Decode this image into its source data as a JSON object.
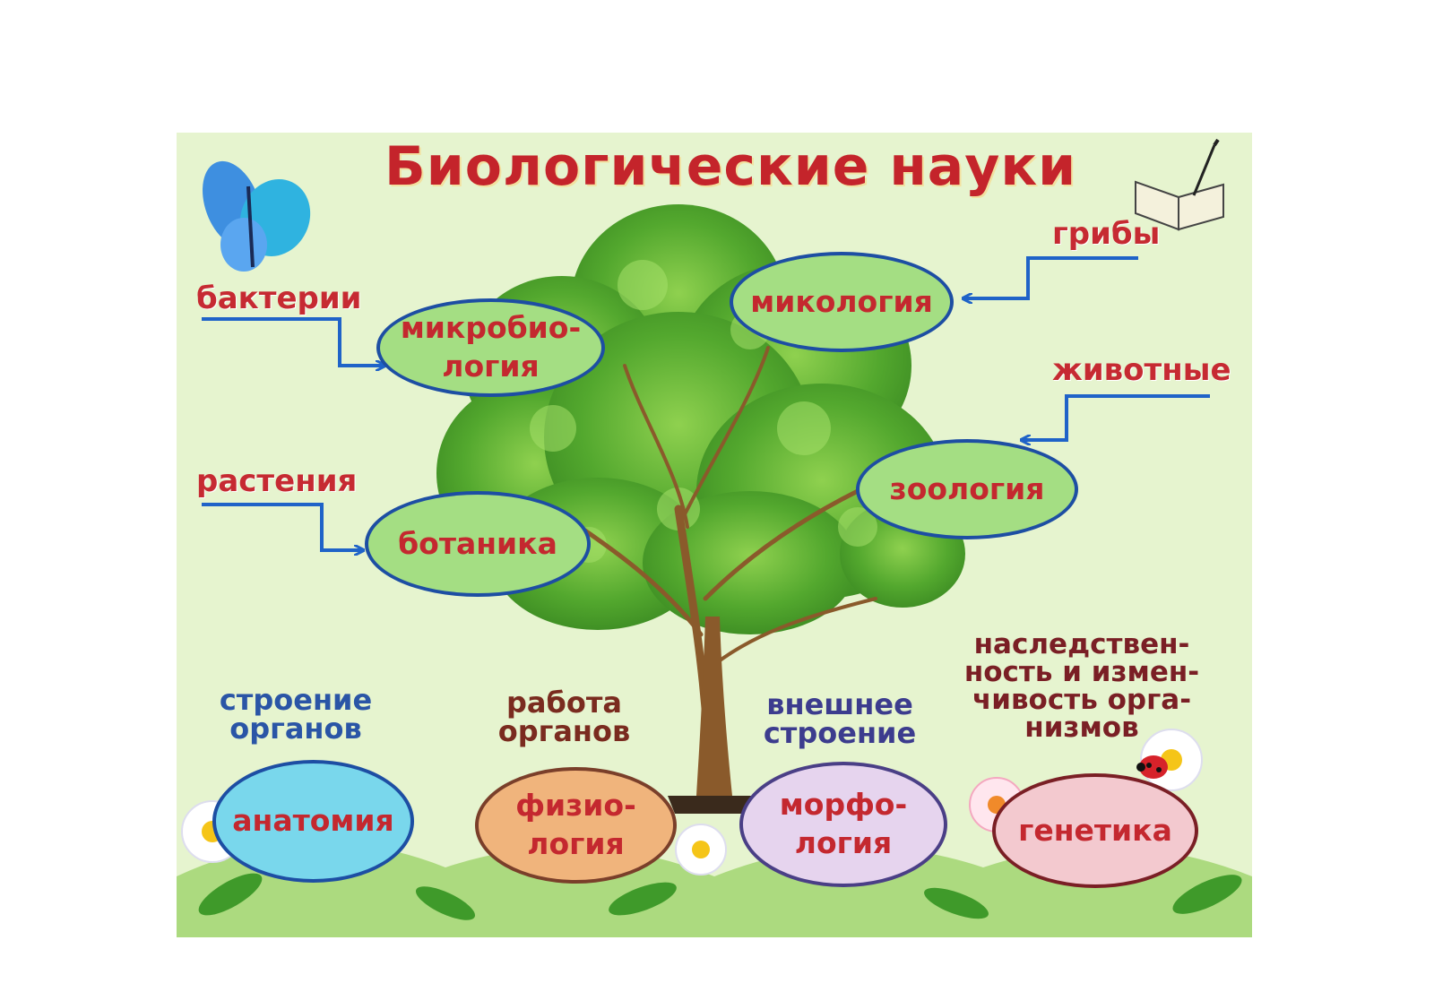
{
  "title": "Биологические науки",
  "colors": {
    "background": "#e6f4cf",
    "title": "#c4242b",
    "arrow": "#1f63c8",
    "leaf": "#4fa52b",
    "trunk": "#8a5a2b"
  },
  "icons": [
    "butterfly-icon",
    "open-book-quill-icon",
    "tree-icon",
    "daisy-flower-icon",
    "ladybug-icon"
  ],
  "branches": {
    "microbiology": {
      "source": "бактерии",
      "science": [
        "микробио-",
        "логия"
      ]
    },
    "mycology": {
      "source": "грибы",
      "science": "микология"
    },
    "botany": {
      "source": "растения",
      "science": "ботаника"
    },
    "zoology": {
      "source": "животные",
      "science": "зоология"
    }
  },
  "roots": {
    "anatomy": {
      "subject": [
        "строение",
        "органов"
      ],
      "science": "анатомия"
    },
    "physiology": {
      "subject": [
        "работа",
        "органов"
      ],
      "science": [
        "физио-",
        "логия"
      ]
    },
    "morphology": {
      "subject": [
        "внешнее",
        "строение"
      ],
      "science": [
        "морфо-",
        "логия"
      ]
    },
    "genetics": {
      "subject": [
        "наследствен-",
        "ность и измен-",
        "чивость орга-",
        "низмов"
      ],
      "science": "генетика"
    }
  }
}
